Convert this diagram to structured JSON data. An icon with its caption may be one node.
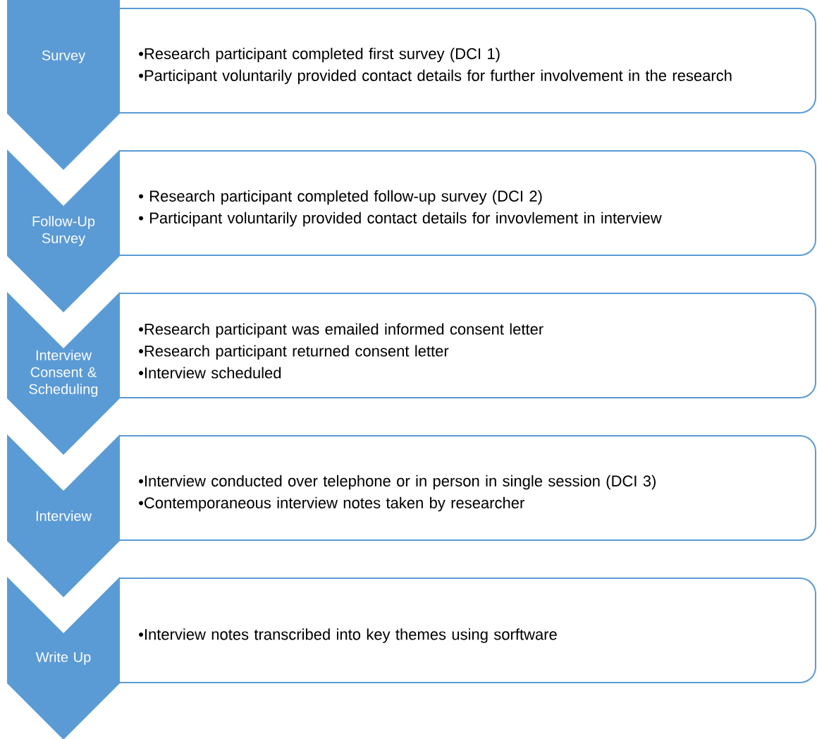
{
  "diagram": {
    "nodes": [
      {
        "text": [
          "Survey"
        ]
      },
      {
        "text": [
          "•Research participant completed first survey (DCI 1)",
          "•Participant voluntarily provided contact details for further involvement in the research"
        ]
      },
      {
        "text": [
          "Follow-Up Survey"
        ]
      },
      {
        "text": [
          "• Research participant completed follow-up survey (DCI 2)",
          "• Participant voluntarily provided contact details for invovlement in interview"
        ]
      },
      {
        "text": [
          "Interview Consent & Scheduling"
        ]
      },
      {
        "text": [
          "•Research participant was emailed informed consent letter",
          "•Research participant returned consent letter",
          "•Interview scheduled"
        ]
      },
      {
        "text": [
          "Interview"
        ]
      },
      {
        "text": [
          "•Interview conducted over telephone or in person in single session (DCI 3)",
          "•Contemporaneous interview notes taken by researcher"
        ]
      },
      {
        "text": [
          "Write Up"
        ]
      },
      {
        "text": [
          "•Interview notes transcribed into key themes using sorftware"
        ]
      }
    ],
    "edges": [
      {
        "from": 0,
        "to": 2,
        "arrow": "to"
      },
      {
        "from": 2,
        "to": 4,
        "arrow": "to"
      },
      {
        "from": 4,
        "to": 6,
        "arrow": "to"
      },
      {
        "from": 6,
        "to": 8,
        "arrow": "to"
      },
      {
        "from": 8,
        "to": null,
        "arrow": "to"
      }
    ]
  }
}
